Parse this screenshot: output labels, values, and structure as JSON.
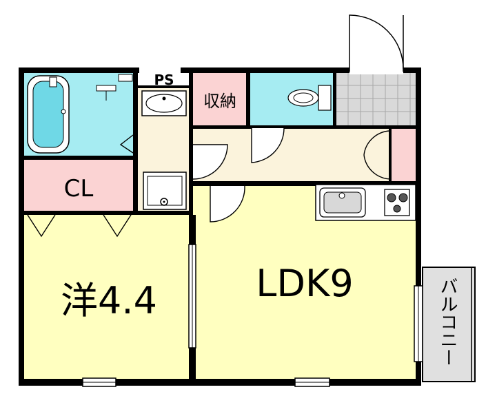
{
  "floorplan": {
    "rooms": {
      "western_room": {
        "label": "洋4.4"
      },
      "ldk": {
        "label": "LDK9"
      },
      "closet": {
        "label": "CL"
      },
      "storage": {
        "label": "収納"
      },
      "pipe_space": {
        "label": "PS"
      },
      "balcony": {
        "label": "バルコニー"
      }
    },
    "colors": {
      "room_fill": "#ffffc0",
      "wet_fill": "#a6ecf2",
      "storage_fill": "#fbd3d3",
      "hall_fill": "#fbf3dc",
      "balcony_fill": "#e0e0e0",
      "entry_tile": "#d9d9d9",
      "wall": "#000000"
    }
  }
}
